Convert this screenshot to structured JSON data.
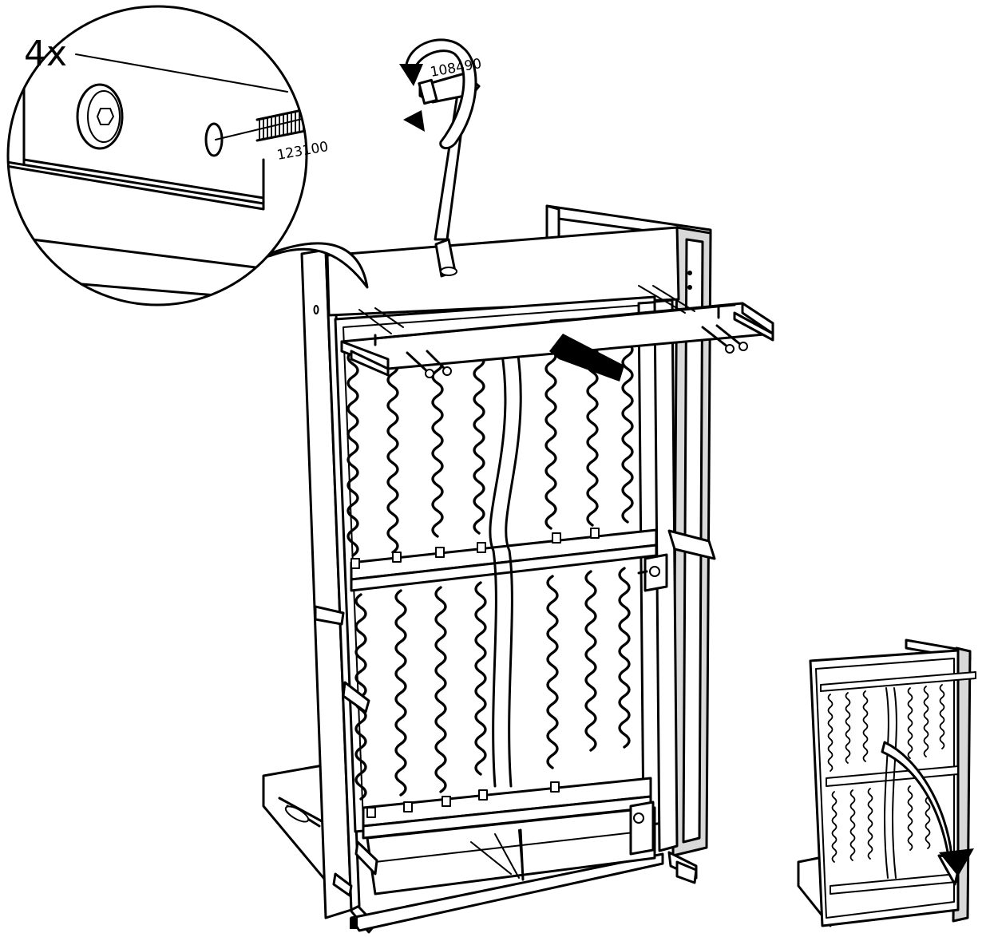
{
  "callout": {
    "quantity": "4x",
    "screw_part": "123100",
    "key_part": "108490"
  },
  "icons": {
    "rotation": "rotate-arrow-icon",
    "push": "push-arrow-icon",
    "tilt": "tilt-down-arrow-icon"
  },
  "colors": {
    "line": "#000000",
    "fill": "#ffffff",
    "shade": "#d9d9d9"
  }
}
